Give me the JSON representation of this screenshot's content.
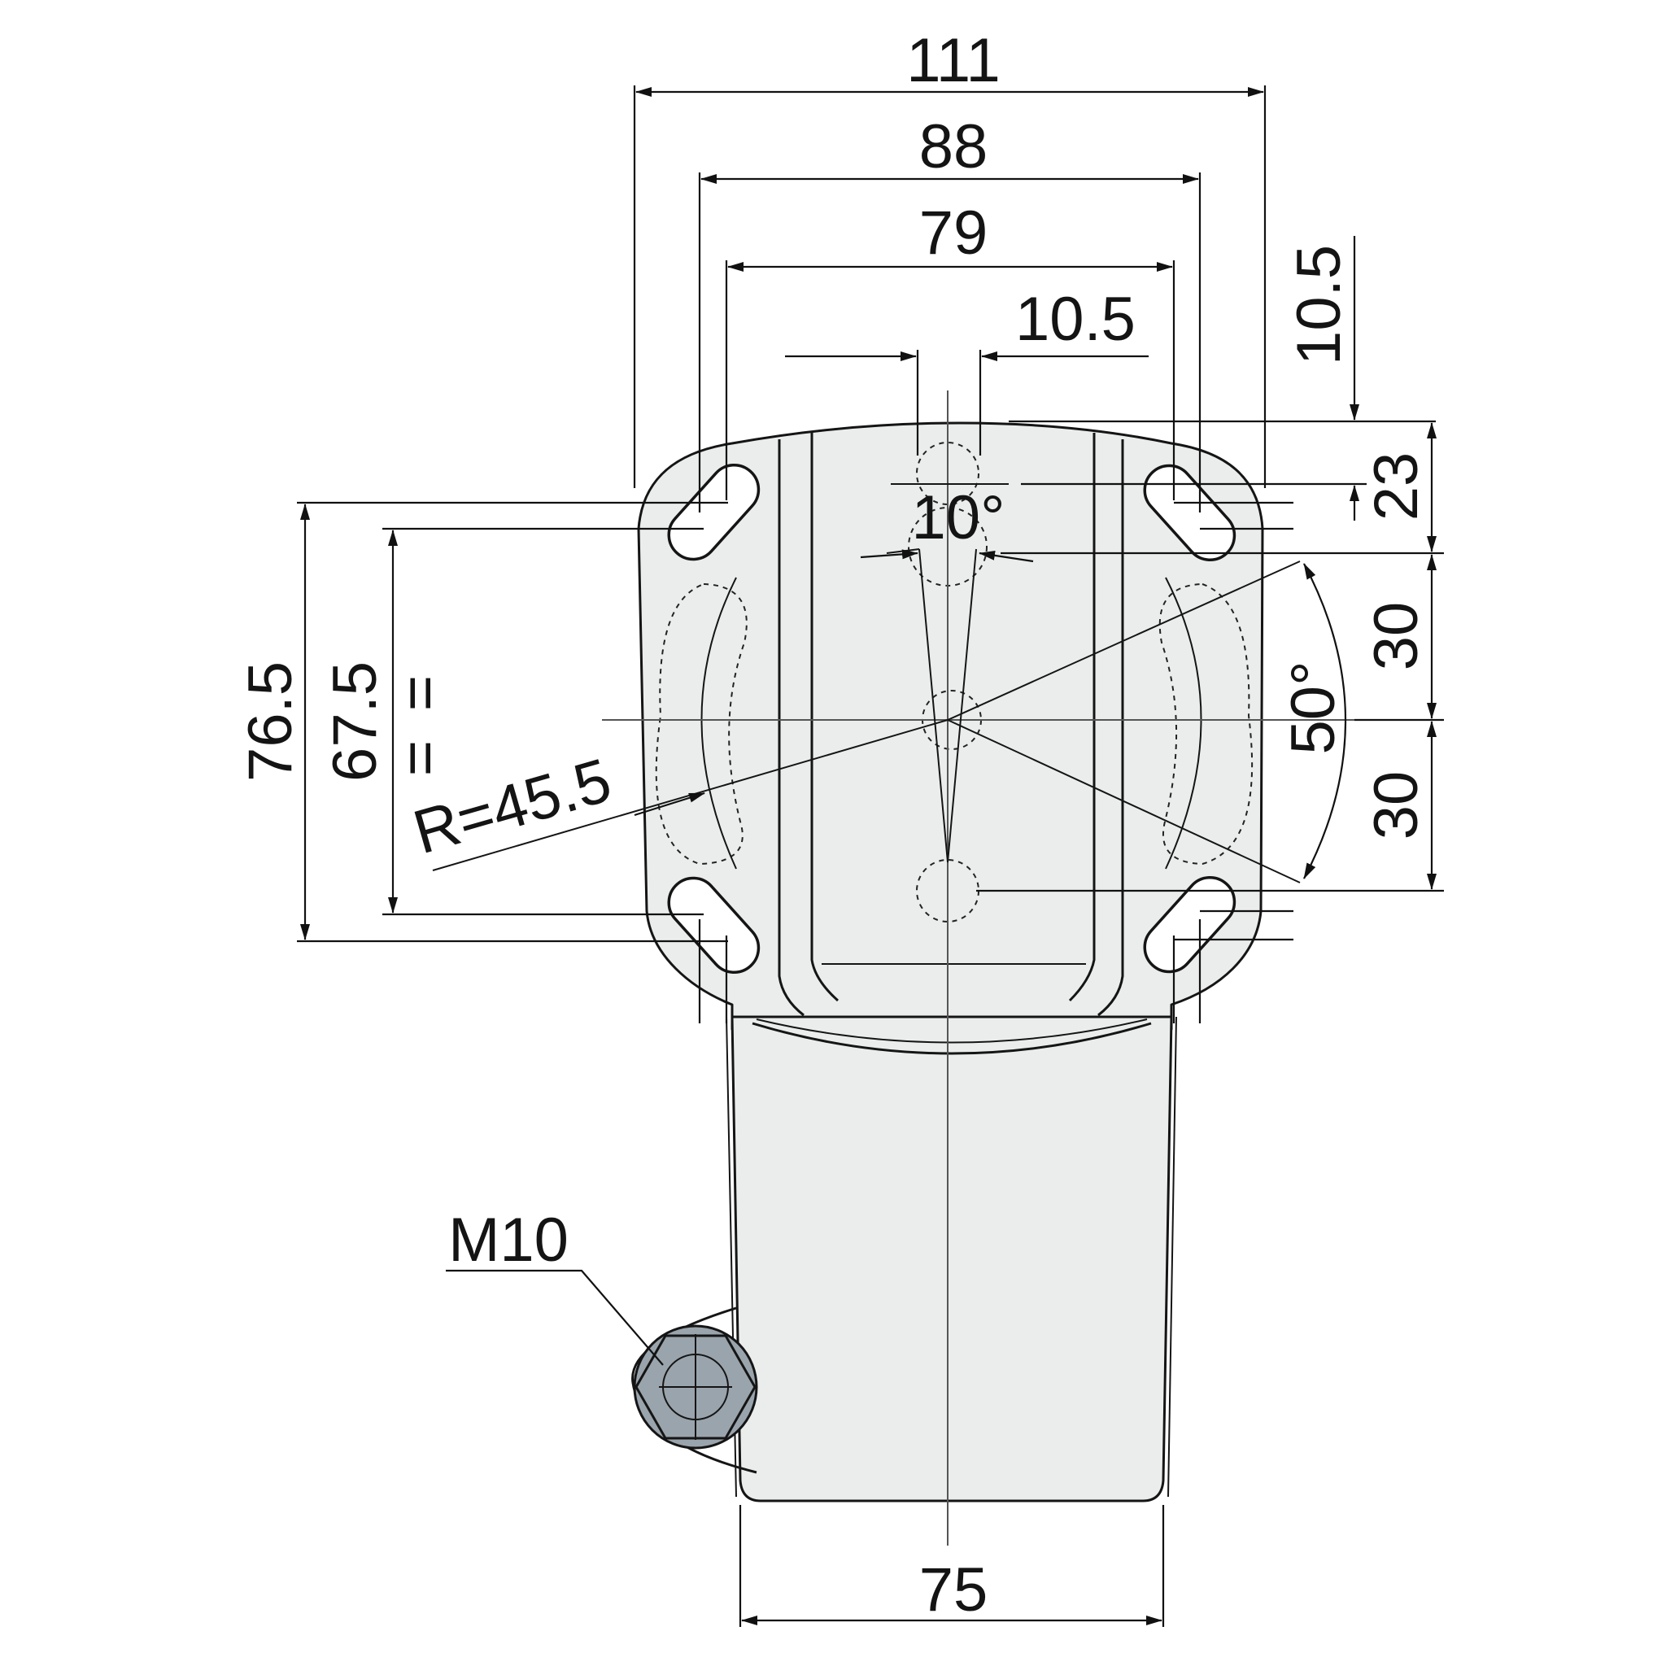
{
  "dimensions": {
    "width_outer": "111",
    "hole_spacing_x": "88",
    "slot_inner_x": "79",
    "kingpin_offset_h": "10.5",
    "kingpin_offset_v": "10.5",
    "top_to_slot_center": "23",
    "slot_to_center_upper": "30",
    "slot_to_center_lower": "30",
    "height_outer": "76.5",
    "hole_spacing_y": "67.5",
    "equal_mark_upper": "=",
    "equal_mark_lower": "=",
    "radius": "R=45.5",
    "angle_small": "10°",
    "angle_swivel": "50°",
    "stem_width": "75"
  },
  "callouts": {
    "thread": "M10"
  },
  "colors": {
    "body": "#ebeded",
    "outline": "#151515",
    "nut": "#9aa4ac"
  }
}
